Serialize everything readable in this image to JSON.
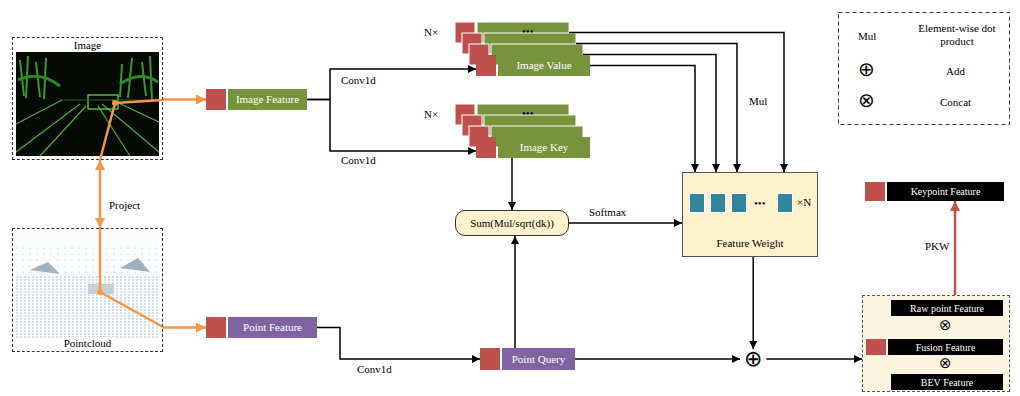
{
  "diagram": {
    "nodes": [
      {
        "text": [
          "Image"
        ]
      },
      {
        "text": [
          "Pointcloud"
        ]
      },
      {
        "text": [
          "Image Feature"
        ]
      },
      {
        "text": [
          "Point Feature"
        ]
      },
      {
        "text": [
          "Image Value"
        ]
      },
      {
        "text": [
          "Image Key"
        ]
      },
      {
        "text": [
          "Sum(Mul/sqrt(dk))"
        ]
      },
      {
        "text": [
          "Feature Weight"
        ]
      },
      {
        "text": [
          "Point Query"
        ]
      },
      {
        "text": [
          "⊕"
        ]
      },
      {
        "text": []
      },
      {
        "text": [
          "Raw point Feature"
        ],
        "in": 10
      },
      {
        "text": [
          "Fusion Feature"
        ],
        "in": 10
      },
      {
        "text": [
          "BEV Feature"
        ],
        "in": 10
      },
      {
        "text": [
          "Keypoint Feature"
        ]
      }
    ],
    "edges": [
      {
        "from": 0,
        "to": 2,
        "arrow": "to"
      },
      {
        "from": 0,
        "to": 1,
        "label": "Project",
        "arrow": "both"
      },
      {
        "from": 1,
        "to": 3,
        "arrow": "to"
      },
      {
        "from": 2,
        "to": 4,
        "label": "Conv1d",
        "arrow": "to"
      },
      {
        "from": 2,
        "to": 5,
        "label": "Conv1d",
        "arrow": "to"
      },
      {
        "from": 5,
        "to": 6,
        "arrow": "to"
      },
      {
        "from": 3,
        "to": 8,
        "label": "Conv1d",
        "arrow": "to"
      },
      {
        "from": 8,
        "to": 6,
        "arrow": "to"
      },
      {
        "from": 6,
        "to": 7,
        "label": "Softmax",
        "arrow": "to"
      },
      {
        "from": 4,
        "to": 7,
        "label": "Mul",
        "arrow": "to"
      },
      {
        "from": 7,
        "to": 9,
        "arrow": "to"
      },
      {
        "from": 8,
        "to": 9,
        "arrow": "to"
      },
      {
        "from": 9,
        "to": 10,
        "arrow": "to"
      },
      {
        "from": 10,
        "to": 14,
        "label": "PKW",
        "arrow": "to"
      }
    ],
    "labels": [
      "N×",
      "•••",
      "N×",
      "•••",
      "•••",
      "×N",
      "⊗",
      "⊗",
      "Mul",
      "⊕",
      "⊗"
    ],
    "legend": [
      {
        "text": "Element-wise dot product"
      },
      {
        "text": "Add"
      },
      {
        "text": "Concat"
      }
    ]
  }
}
